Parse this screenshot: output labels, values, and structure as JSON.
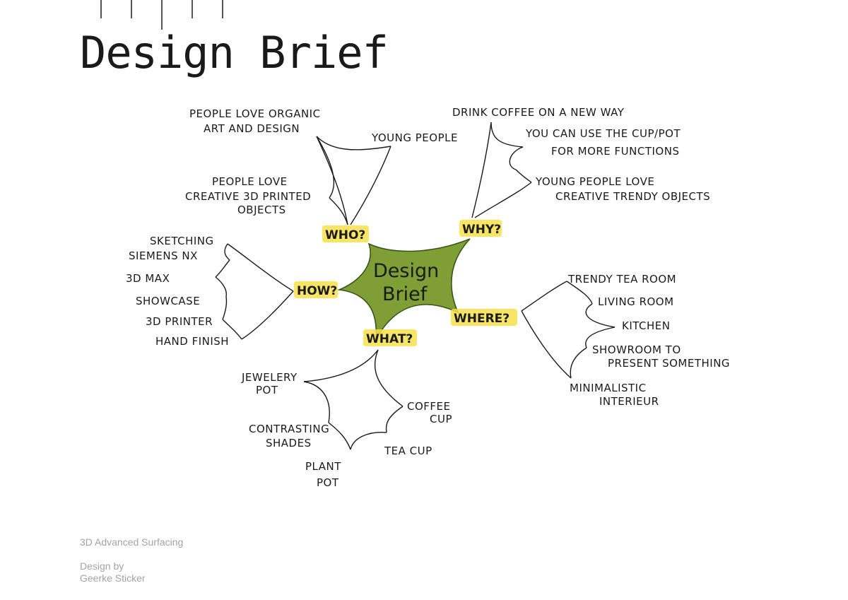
{
  "page": {
    "title": "Design Brief",
    "footer_course": "3D Advanced Surfacing",
    "footer_credit_line1": "Design by",
    "footer_credit_line2": "Geerke Sticker"
  },
  "mindmap": {
    "center": [
      "Design",
      "Brief"
    ],
    "center_color": "#7e9e36",
    "highlight_color": "#f7e04a",
    "branches": {
      "who": {
        "label": "WHO?",
        "items": [
          [
            "PEOPLE LOVE ORGANIC",
            "ART AND DESIGN"
          ],
          [
            "YOUNG PEOPLE"
          ],
          [
            "PEOPLE LOVE",
            "CREATIVE 3D PRINTED",
            "OBJECTS"
          ]
        ]
      },
      "why": {
        "label": "WHY?",
        "items": [
          [
            "DRINK COFFEE ON A NEW WAY"
          ],
          [
            "YOU CAN USE THE CUP/POT",
            "FOR MORE FUNCTIONS"
          ],
          [
            "YOUNG PEOPLE LOVE",
            "CREATIVE TRENDY OBJECTS"
          ]
        ]
      },
      "how": {
        "label": "HOW?",
        "items": [
          [
            "SKETCHING"
          ],
          [
            "SIEMENS NX"
          ],
          [
            "3D MAX"
          ],
          [
            "SHOWCASE"
          ],
          [
            "3D PRINTER"
          ],
          [
            "HAND FINISH"
          ]
        ]
      },
      "where": {
        "label": "WHERE?",
        "items": [
          [
            "TRENDY TEA ROOM"
          ],
          [
            "LIVING ROOM"
          ],
          [
            "KITCHEN"
          ],
          [
            "SHOWROOM TO",
            "PRESENT SOMETHING"
          ],
          [
            "MINIMALISTIC",
            "INTERIEUR"
          ]
        ]
      },
      "what": {
        "label": "WHAT?",
        "items": [
          [
            "JEWELERY",
            "POT"
          ],
          [
            "COFFEE",
            "CUP"
          ],
          [
            "CONTRASTING",
            "SHADES"
          ],
          [
            "TEA CUP"
          ],
          [
            "PLANT",
            "POT"
          ]
        ]
      }
    }
  }
}
